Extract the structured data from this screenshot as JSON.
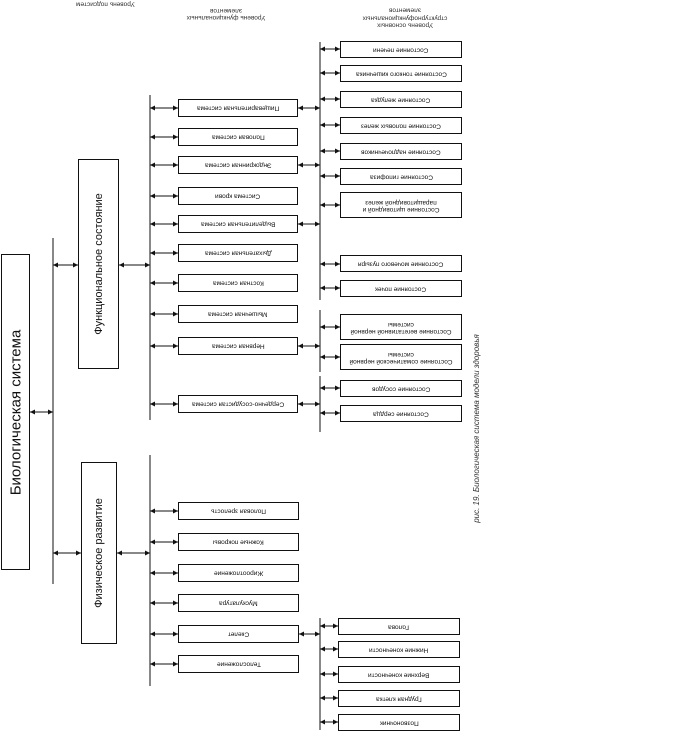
{
  "root": {
    "label": "Биологическая система"
  },
  "branches": {
    "functional": "Функциональное состояние",
    "physical": "Физическое развитие"
  },
  "level_captions": {
    "subsystems": "Уровень подсистем",
    "functional_systems": "Уровень функциональных элементов",
    "structural_elements": "Уровень основных структурнофункциональных элементов"
  },
  "functional_systems": [
    "Пищеварительная система",
    "Половая система",
    "Эндокринная система",
    "Система крови",
    "Выделительная система",
    "Дыхательная система",
    "Костная система",
    "Мышечная система",
    "Нервная система",
    "Сердечно-сосудистая система"
  ],
  "physical_items": [
    "Половая зрелость",
    "Кожные покровы",
    "Жироотложение",
    "Мускулатура",
    "Скелет",
    "Телосложение"
  ],
  "elements": [
    "Состояние печени",
    "Состояние тонкого кишечника",
    "Состояние желудка",
    "Состояние половых желез",
    "Состояние надпочечников",
    "Состояние гипофиза",
    "Состояние щитовидной и паращитовидной желез",
    "Состояние мочевого пузыря",
    "Состояние почек",
    "Состояние вегетативной нервной системы",
    "Состояние соматической нервной системы",
    "Состояние сосудов",
    "Состояние сердца"
  ],
  "skeleton_parts": [
    "Голова",
    "Нижние конечности",
    "Верхние конечности",
    "Грудная клетка",
    "Позвоночник"
  ],
  "caption": "рис. 19. Биологическая система модели здоровья"
}
